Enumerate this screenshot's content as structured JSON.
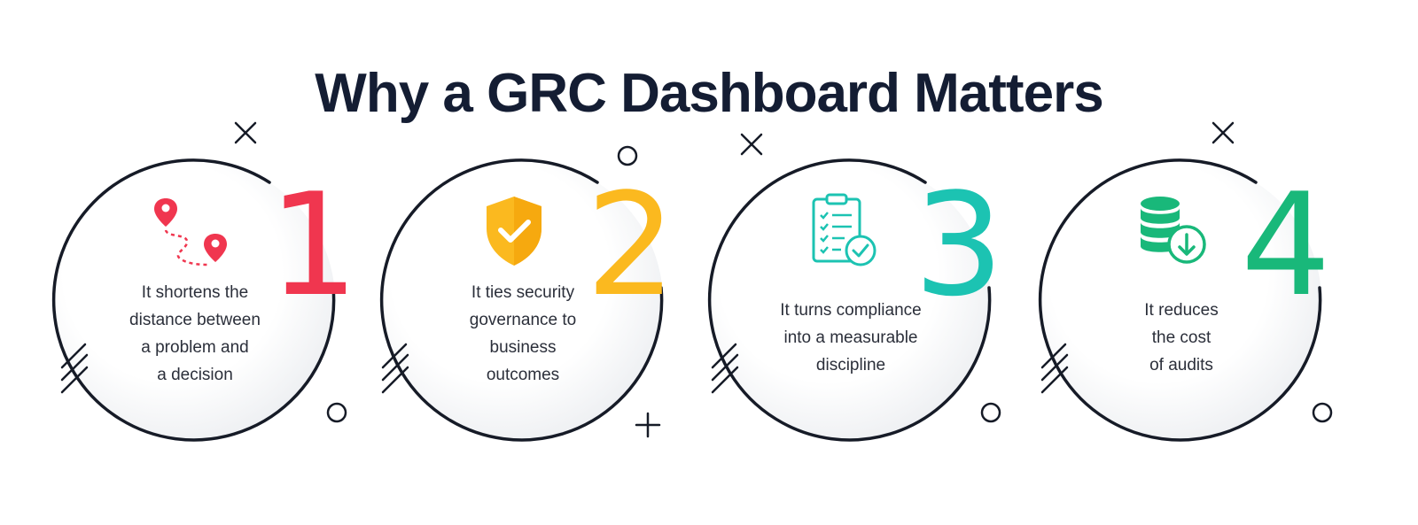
{
  "title": "Why a GRC Dashboard Matters",
  "cards": [
    {
      "number": "1",
      "color": "#f0364f",
      "icon": "map-route-icon",
      "lines": [
        "It shortens the",
        "distance between",
        "a problem and",
        "a decision"
      ]
    },
    {
      "number": "2",
      "color": "#fbb91f",
      "icon": "shield-check-icon",
      "lines": [
        "It ties security",
        "governance to",
        "business",
        "outcomes"
      ]
    },
    {
      "number": "3",
      "color": "#1cc3b2",
      "icon": "clipboard-check-icon",
      "lines": [
        "It turns compliance",
        "into a measurable",
        "discipline"
      ]
    },
    {
      "number": "4",
      "color": "#19b87a",
      "icon": "database-download-icon",
      "lines": [
        "It reduces",
        "the cost",
        "of audits"
      ]
    }
  ]
}
